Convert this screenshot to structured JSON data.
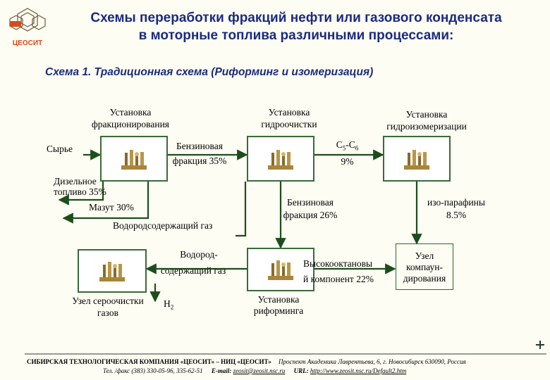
{
  "title": {
    "line1": "Схемы переработки фракций нефти или газового конденсата",
    "line2": "в моторные топлива различными процессами:"
  },
  "subtitle": "Схема 1.  Традиционная схема  (Риформинг и изомеризация)",
  "logo": {
    "text": "ЦЕОСИТ"
  },
  "units": {
    "fractionation": {
      "label_line1": "Установка",
      "label_line2": "фракционирования"
    },
    "hydrotreating": {
      "label_line1": "Установка",
      "label_line2": "гидроочистки"
    },
    "hydroisomerization": {
      "label_line1": "Установка",
      "label_line2": "гидроизомеризации"
    },
    "gas_desulfurization": {
      "label_line1": "Узел сероочистки",
      "label_line2": "газов"
    },
    "reforming": {
      "label_line1": "Установка",
      "label_line2": "риформинга"
    }
  },
  "boxes": {
    "compounding": {
      "line1": "Узел",
      "line2": "компаун-",
      "line3": "дирования"
    }
  },
  "flows": {
    "feed": "Сырье",
    "gasoline_35": {
      "line1": "Бензиновая",
      "line2": "фракция 35%"
    },
    "c5c6": {
      "c": "C",
      "sub1": "5",
      "dash": "-C",
      "sub2": "6",
      "pct": "9%"
    },
    "diesel": {
      "line1": "Дизельное",
      "line2": "топливо 35%"
    },
    "mazut": "Мазут 30%",
    "hydrogen_gas_1": "Водородсодержащий газ",
    "gasoline_26": {
      "line1": "Бензиновая",
      "line2": "фракция 26%"
    },
    "isoparaffins": {
      "line1": "изо-парафины",
      "line2": "8.5%"
    },
    "hydrogen_gas_2": {
      "line1": "Водород-",
      "line2": "содержащий газ"
    },
    "h2": {
      "h": "H",
      "sub": "2"
    },
    "high_octane": {
      "line1": "Высокооктановы",
      "line2": "й компонент 22%"
    }
  },
  "footer": {
    "line1_bold": "СИБИРСКАЯ  ТЕХНОЛОГИЧЕСКАЯ  КОМПАНИЯ  «ЦЕОСИТ»  –  НИЦ  «ЦЕОСИТ»",
    "line1_italic": "Проспект Академика Лаврентьева, 6, г. Новосибирск 630090, Россия",
    "line2_phone": "Тел. /факс (383) 330-05-96, 335-62-51",
    "line2_email_label": "E-mail:",
    "line2_email": "zeosit@zeosit.nsc.ru",
    "line2_url_label": "URL:",
    "line2_url": "http://www.zeosit.nsc.ru/Default2.htm"
  },
  "colors": {
    "title": "#1a2a80",
    "arrow": "#1d4d1d",
    "unit_border": "#3a6a3a"
  }
}
